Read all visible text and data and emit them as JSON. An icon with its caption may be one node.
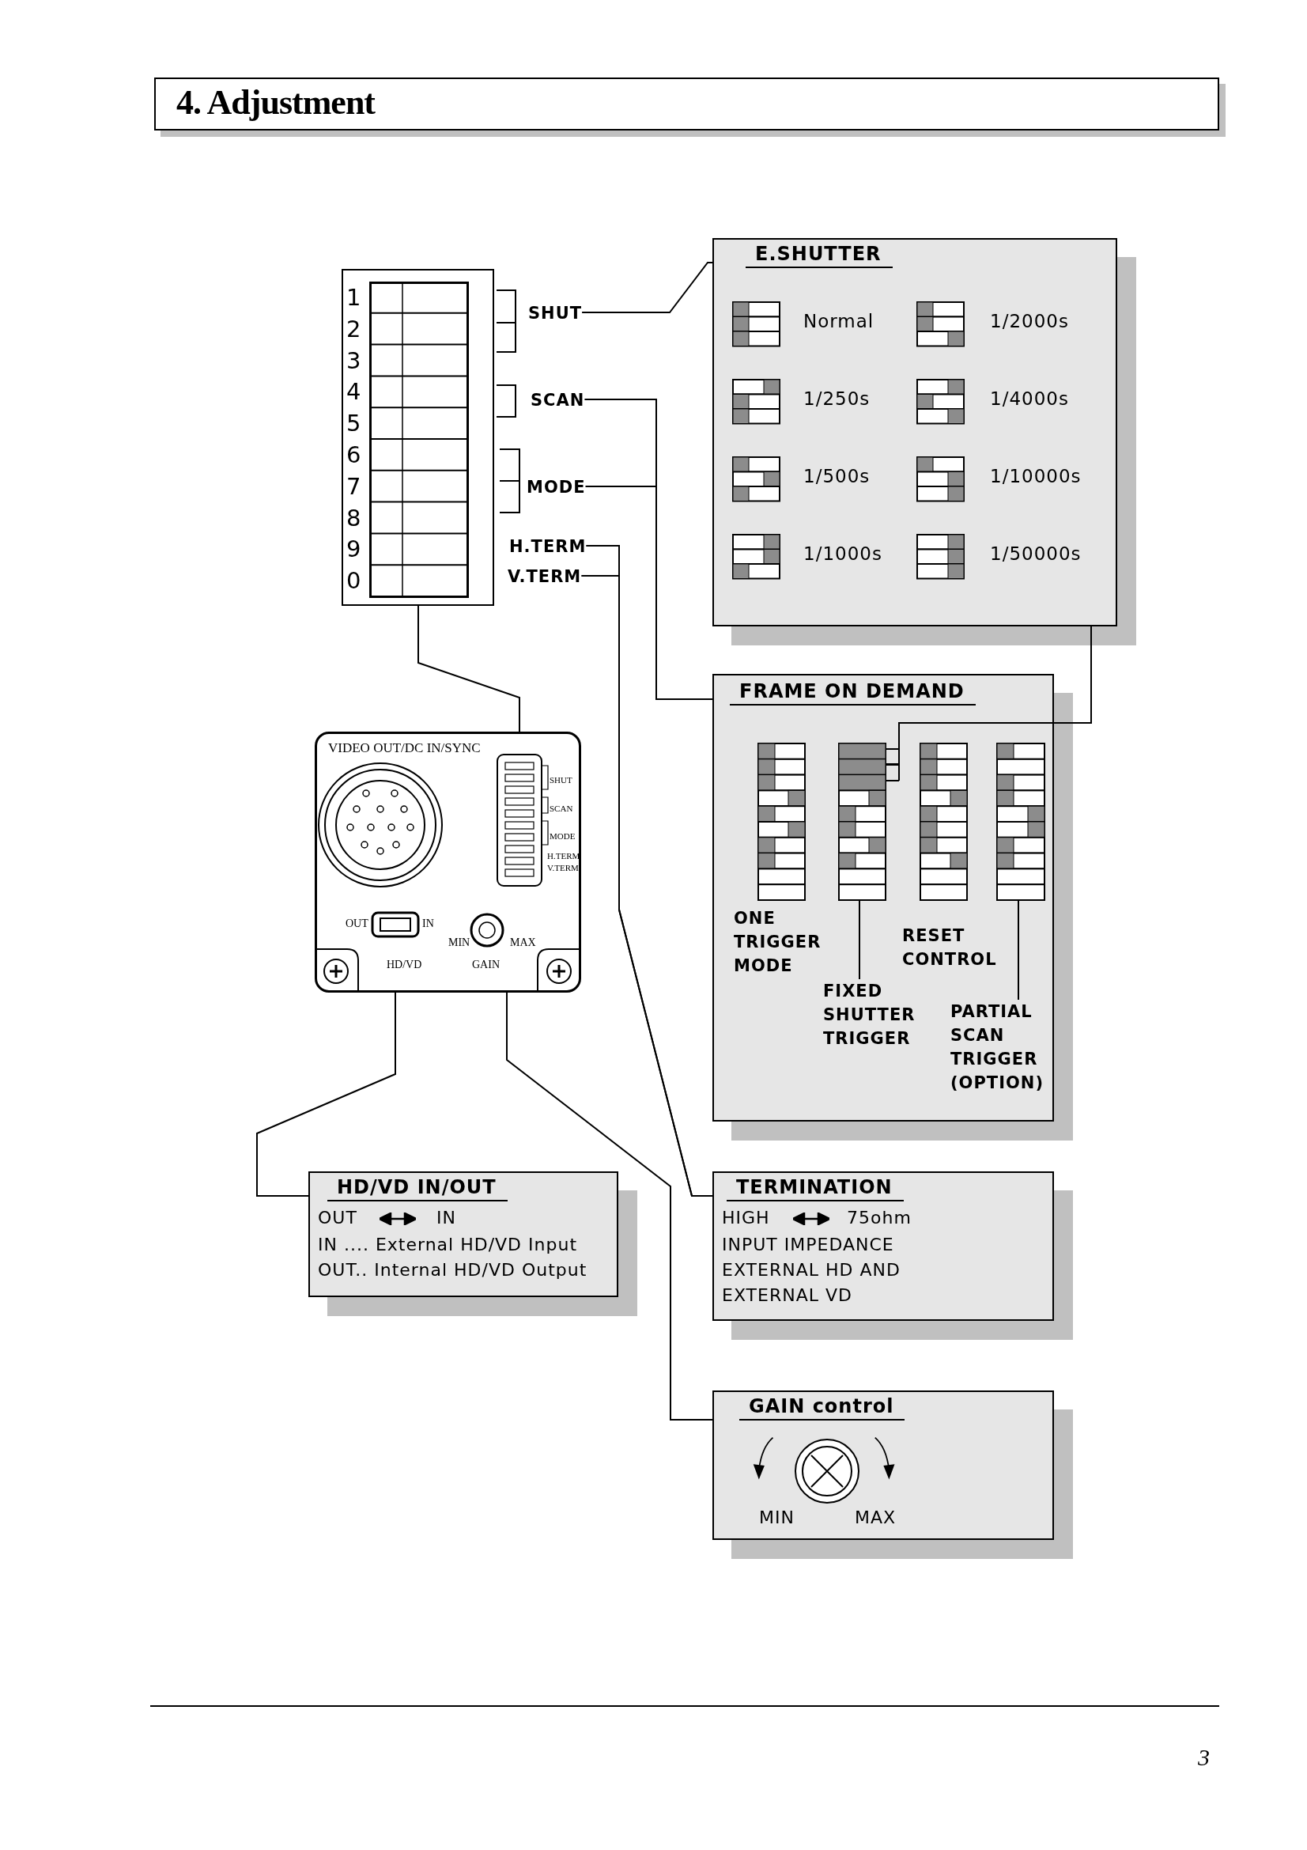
{
  "diagram": {
    "title": "4. Adjustment",
    "nodes": [
      {
        "text": [
          "1",
          "2",
          "3",
          "4",
          "5",
          "6",
          "7",
          "8",
          "9",
          "0"
        ]
      },
      {
        "text": [
          "SHUT"
        ]
      },
      {
        "text": [
          "SCAN"
        ]
      },
      {
        "text": [
          "MODE"
        ]
      },
      {
        "text": [
          "H.TERM"
        ]
      },
      {
        "text": [
          "V.TERM"
        ]
      },
      {
        "text": [
          "E.SHUTTER",
          "Normal",
          "1/2000s",
          "1/250s",
          "1/4000s",
          "1/500s",
          "1/10000s",
          "1/1000s",
          "1/50000s"
        ]
      },
      {
        "text": [
          "FRAME ON DEMAND"
        ]
      },
      {
        "text": [],
        "shape": "box",
        "in": 7
      },
      {
        "text": [],
        "shape": "box",
        "in": 7
      },
      {
        "text": [],
        "shape": "box",
        "in": 7
      },
      {
        "text": [],
        "shape": "box",
        "in": 7
      },
      {
        "text": [
          "FIXED SHUTTER TRIGGER"
        ],
        "in": 7
      },
      {
        "text": [
          "PARTIAL SCAN TRIGGER (OPTION)"
        ],
        "in": 7
      },
      {
        "text": [
          "VIDEO OUT/DC IN/SYNC",
          "SHUT",
          "SCAN",
          "MODE",
          "H.TERM",
          "V.TERM",
          "OUT",
          "IN",
          "MIN",
          "MAX",
          "HD/VD",
          "GAIN"
        ]
      },
      {
        "text": [
          "HD/VD IN/OUT",
          "OUT",
          "IN",
          "IN .... External HD/VD Input",
          "OUT.. Internal HD/VD Output"
        ]
      },
      {
        "text": [
          "TERMINATION",
          "HIGH",
          "75ohm",
          "INPUT IMPEDANCE",
          "EXTERNAL HD AND",
          "EXTERNAL VD"
        ]
      },
      {
        "text": [
          "GAIN control",
          "MIN",
          "MAX"
        ]
      }
    ],
    "edges": [
      {
        "from": 1,
        "to": 6,
        "arrow": "none"
      },
      {
        "from": 2,
        "to": 7,
        "arrow": "none"
      },
      {
        "from": 3,
        "to": 7,
        "arrow": "none"
      },
      {
        "from": 4,
        "to": 16,
        "arrow": "none"
      },
      {
        "from": 5,
        "to": 16,
        "arrow": "none"
      },
      {
        "from": 6,
        "to": 9,
        "arrow": "none"
      },
      {
        "from": 12,
        "to": 9,
        "arrow": "none"
      },
      {
        "from": 13,
        "to": 11,
        "arrow": "none"
      },
      {
        "from": 0,
        "to": 14,
        "arrow": "none"
      },
      {
        "from": 14,
        "to": 15,
        "arrow": "none"
      },
      {
        "from": 14,
        "to": 17,
        "arrow": "none"
      }
    ],
    "labels": [
      "ONE TRIGGER MODE",
      "RESET CONTROL",
      "3"
    ]
  }
}
